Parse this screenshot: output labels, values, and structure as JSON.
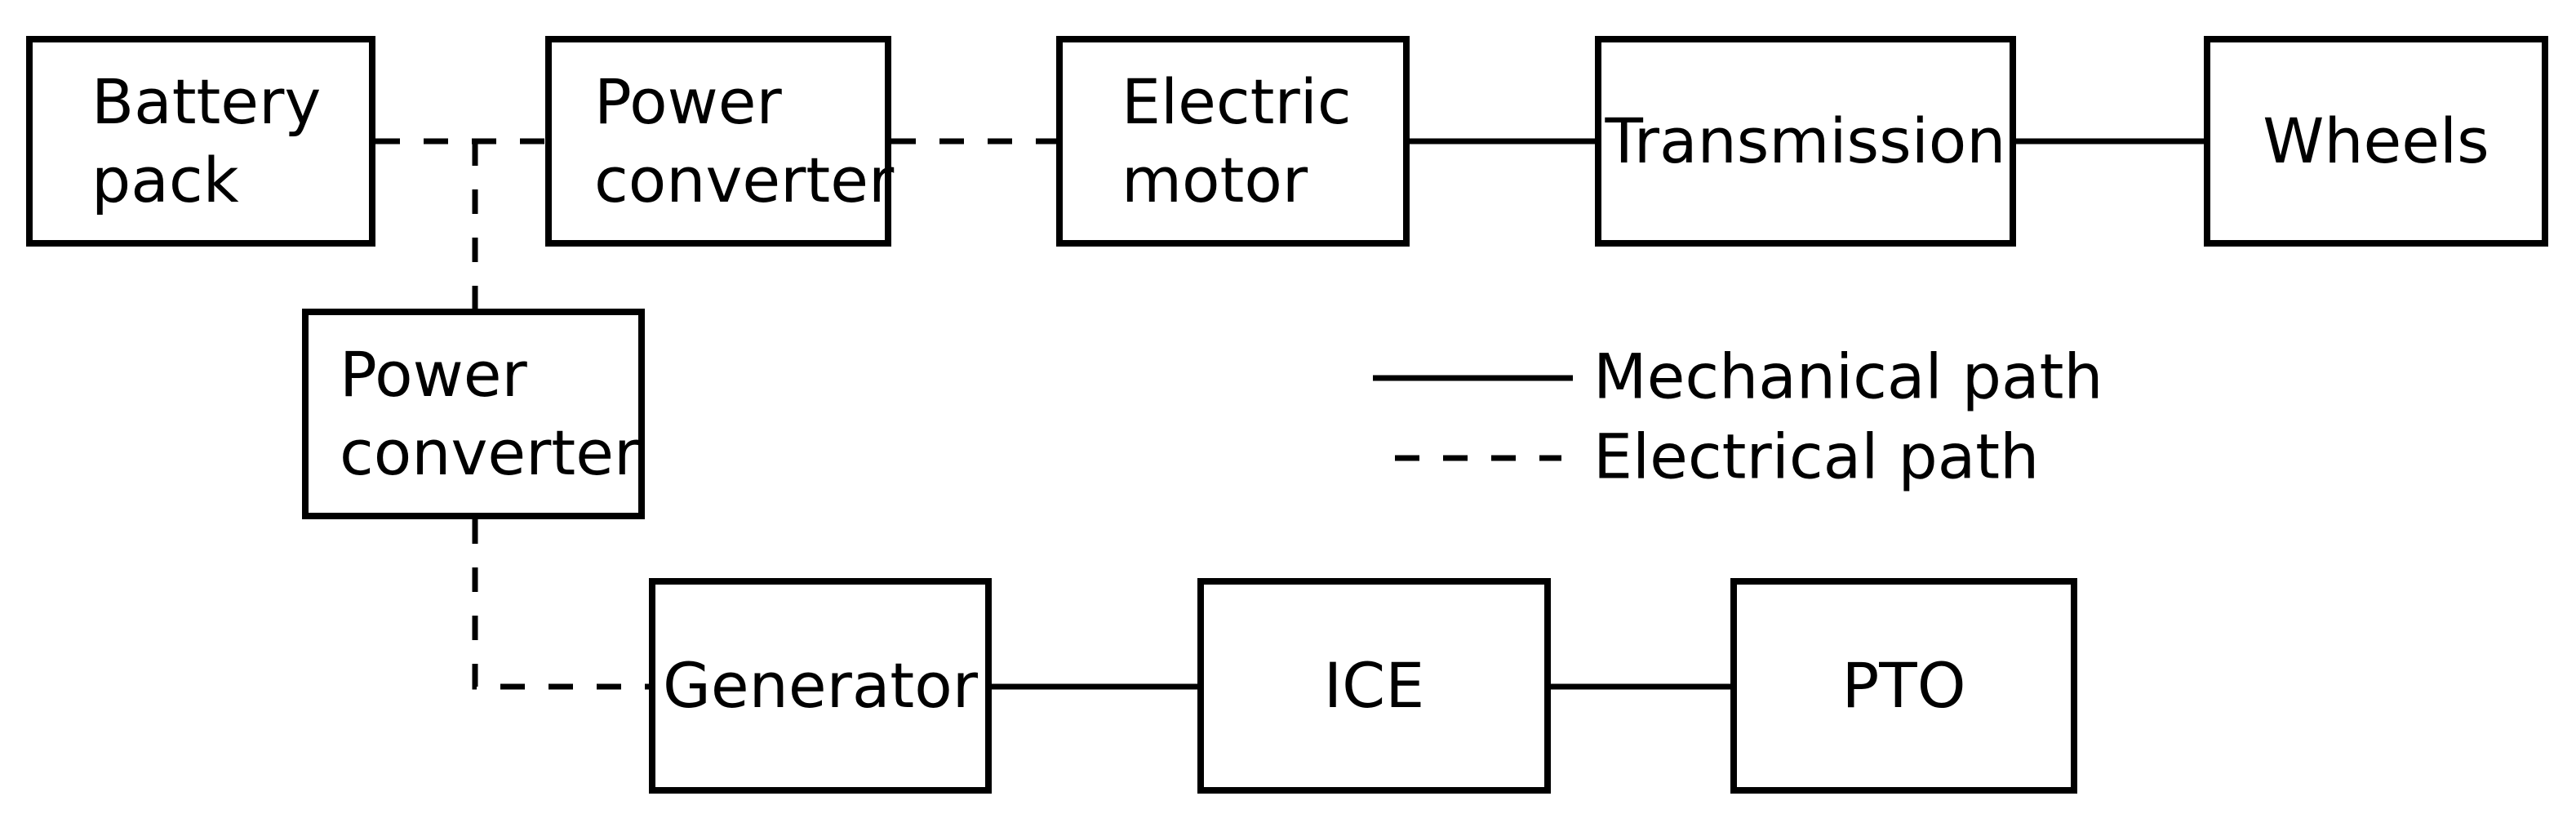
{
  "diagram": {
    "background_color": "#ffffff",
    "line_color": "#000000",
    "text_color": "#000000",
    "nodes": {
      "battery_pack": {
        "line1": "Battery",
        "line2": "pack"
      },
      "power_converter_top": {
        "line1": "Power",
        "line2": "converter"
      },
      "electric_motor": {
        "line1": "Electric",
        "line2": "motor"
      },
      "transmission": {
        "label": "Transmission"
      },
      "wheels": {
        "label": "Wheels"
      },
      "power_converter_mid": {
        "line1": "Power",
        "line2": "converter"
      },
      "generator": {
        "label": "Generator"
      },
      "ice": {
        "label": "ICE"
      },
      "pto": {
        "label": "PTO"
      }
    },
    "connections": [
      {
        "from": "battery_pack",
        "to": "power_converter_top",
        "type": "electrical"
      },
      {
        "from": "power_converter_top",
        "to": "electric_motor",
        "type": "electrical"
      },
      {
        "from": "electric_motor",
        "to": "transmission",
        "type": "mechanical"
      },
      {
        "from": "transmission",
        "to": "wheels",
        "type": "mechanical"
      },
      {
        "from": "battery_pack",
        "to": "power_converter_mid",
        "type": "electrical"
      },
      {
        "from": "power_converter_mid",
        "to": "generator",
        "type": "electrical"
      },
      {
        "from": "generator",
        "to": "ice",
        "type": "mechanical"
      },
      {
        "from": "ice",
        "to": "pto",
        "type": "mechanical"
      }
    ],
    "legend": {
      "mechanical": {
        "label": "Mechanical path",
        "line_style": "solid"
      },
      "electrical": {
        "label": "Electrical path",
        "line_style": "dashed"
      }
    }
  }
}
